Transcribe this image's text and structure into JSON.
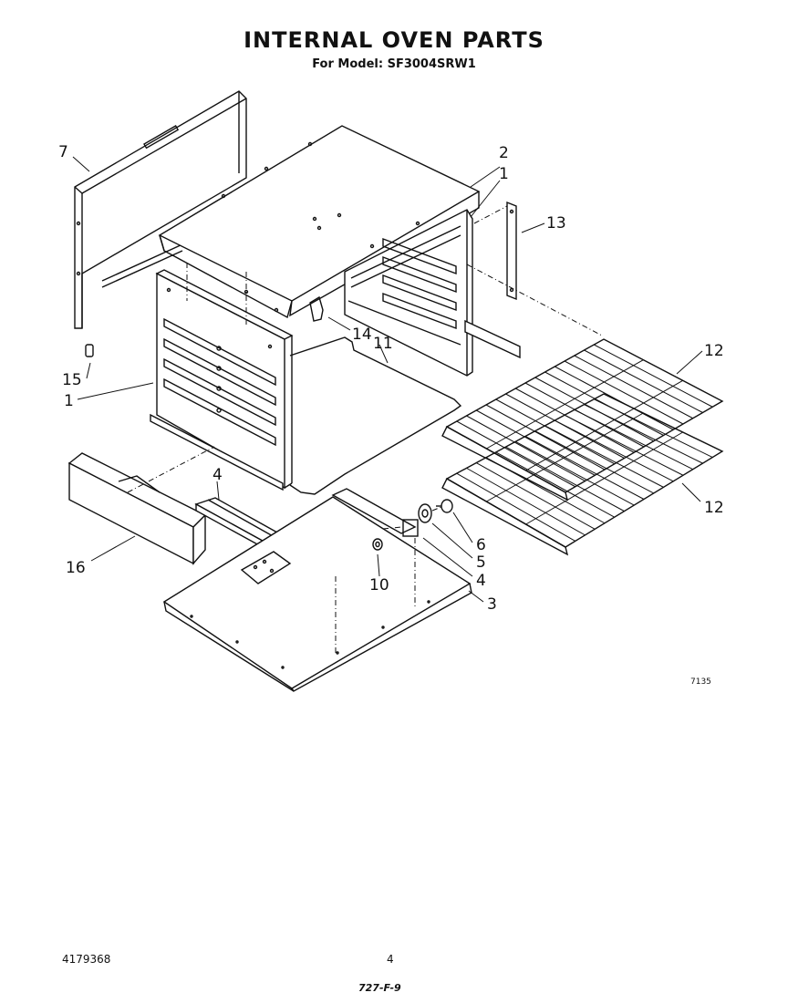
{
  "header": {
    "title": "INTERNAL OVEN PARTS",
    "subtitle": "For Model: SF3004SRW1"
  },
  "callouts": {
    "c1_top": "1",
    "c1_left": "1",
    "c2": "2",
    "c3": "3",
    "c4_top": "4",
    "c4_right": "4",
    "c5": "5",
    "c6": "6",
    "c7": "7",
    "c10": "10",
    "c11": "11",
    "c12_top": "12",
    "c12_bottom": "12",
    "c13": "13",
    "c14": "14",
    "c15": "15",
    "c16": "16"
  },
  "figure_ref": "7135",
  "footer": {
    "part_number": "4179368",
    "page_number": "4",
    "code": "727-F-9"
  }
}
